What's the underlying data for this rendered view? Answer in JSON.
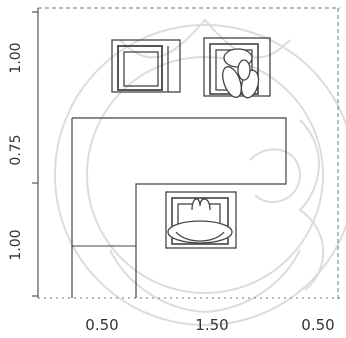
{
  "figure": {
    "x_tick_labels": [
      "0.50",
      "1.50",
      "0.50"
    ],
    "y_tick_labels": [
      "1.00",
      "0.75",
      "1.00"
    ],
    "ink_color": "#555555",
    "watermark_color": "#d9d9d9"
  }
}
